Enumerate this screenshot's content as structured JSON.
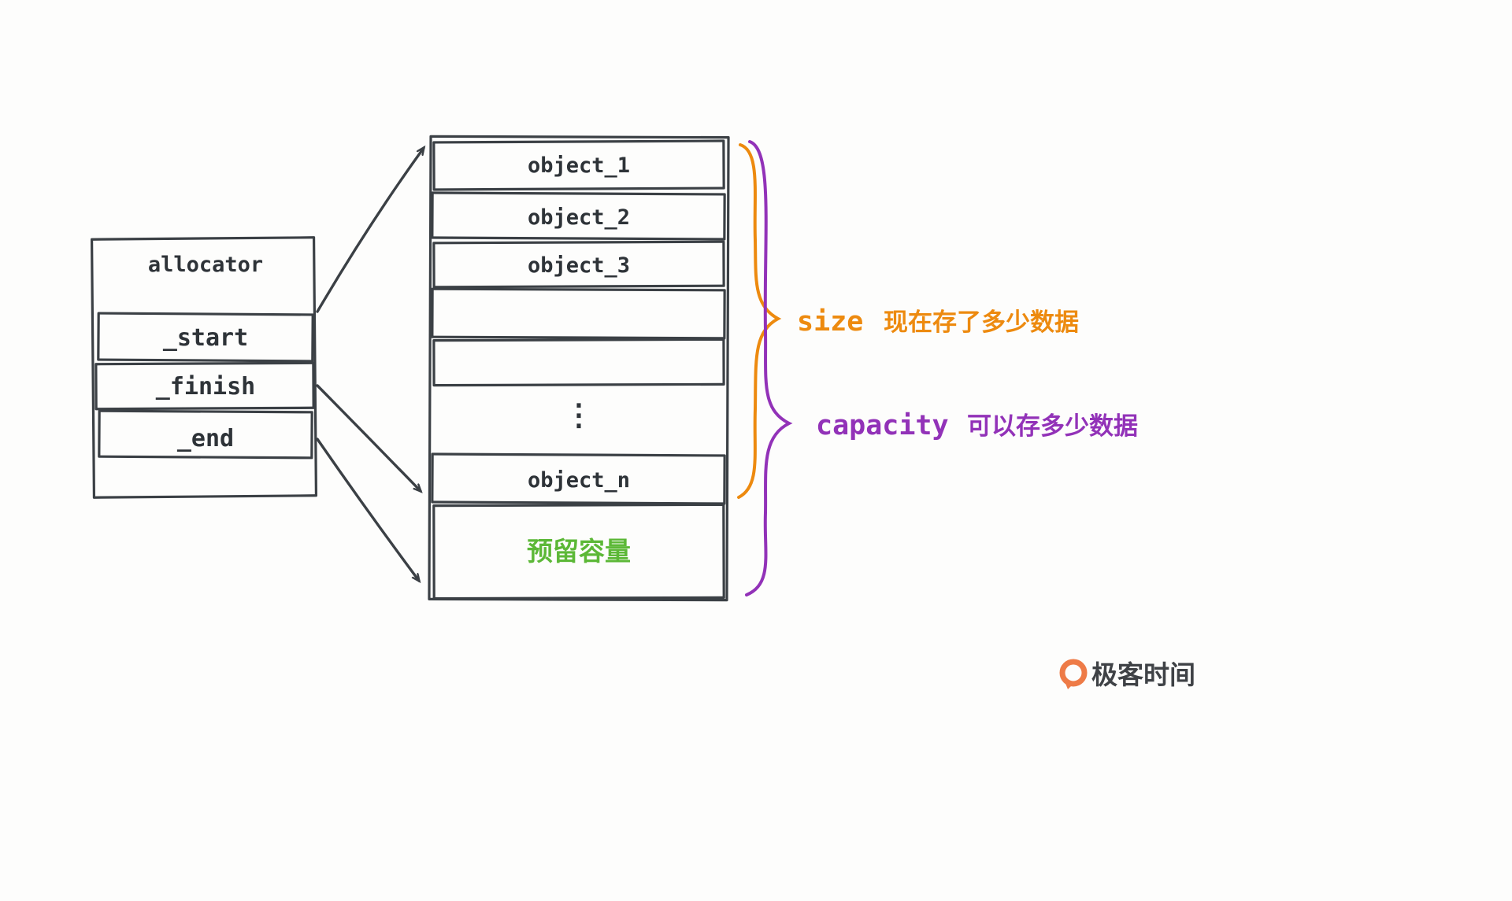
{
  "allocator": {
    "title": "allocator",
    "fields": [
      "_start",
      "_finish",
      "_end"
    ]
  },
  "stack": {
    "cells": [
      "object_1",
      "object_2",
      "object_3",
      "object_n"
    ],
    "ellipsis": "⋮",
    "reserved": "预留容量"
  },
  "annotations": {
    "size_keyword": "size",
    "size_text": "现在存了多少数据",
    "capacity_keyword": "capacity",
    "capacity_text": "可以存多少数据"
  },
  "colors": {
    "ink": "#3b4045",
    "orange": "#ed8a0f",
    "purple": "#9232b8",
    "green": "#5cb837",
    "logo_orange": "#ee7b47"
  },
  "branding": {
    "logo_text": "极客时间"
  }
}
